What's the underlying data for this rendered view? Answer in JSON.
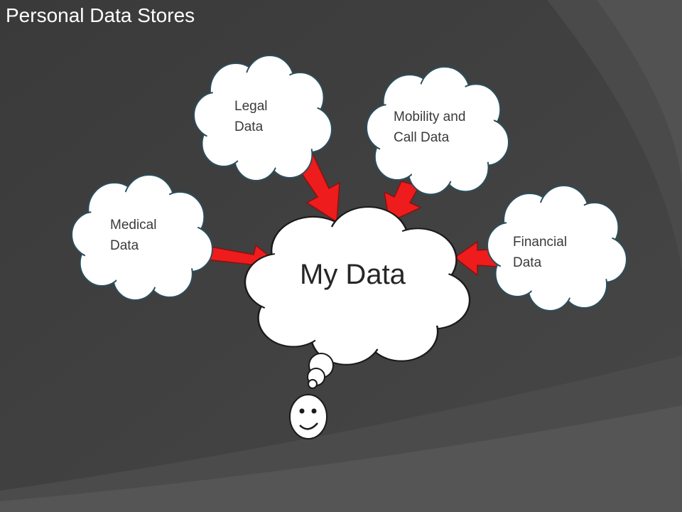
{
  "slide": {
    "title": "Personal Data Stores"
  },
  "diagram": {
    "center": {
      "label": "My Data"
    },
    "sources": [
      {
        "id": "legal",
        "line1": "Legal",
        "line2": "Data"
      },
      {
        "id": "mobility",
        "line1": "Mobility and",
        "line2": "Call Data"
      },
      {
        "id": "medical",
        "line1": "Medical",
        "line2": "Data"
      },
      {
        "id": "financial",
        "line1": "Financial",
        "line2": "Data"
      }
    ]
  },
  "colors": {
    "background": "#3f3f3f",
    "cloud_fill": "#ffffff",
    "cloud_stroke": "#2b4e5c",
    "arrow": "#ee1c1c",
    "title_text": "#ffffff"
  },
  "icons": [
    "smiley-face-icon",
    "thought-bubble-icon"
  ]
}
